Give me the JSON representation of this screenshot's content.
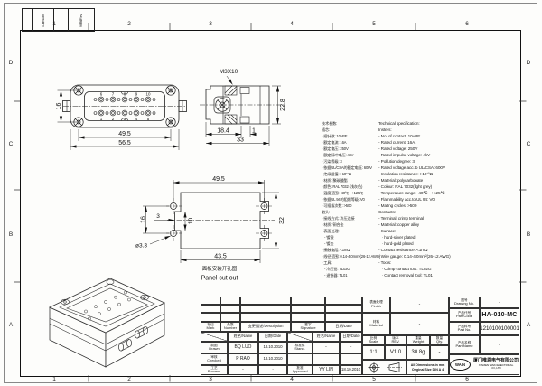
{
  "sheet": {
    "zones_h": [
      "1",
      "2",
      "3",
      "4",
      "5",
      "6"
    ],
    "zones_v": [
      "D",
      "C",
      "B",
      "A"
    ],
    "corner_strip": {
      "col1": "日期/Date",
      "col2": "变更/Rev."
    }
  },
  "views": {
    "front": {
      "contacts_top": [
        "6",
        "7",
        "8",
        "9",
        "10"
      ],
      "contacts_bottom": [
        "1",
        "2",
        "3",
        "4",
        "5"
      ],
      "dim_height": "16",
      "dim_inner": "49.5",
      "dim_outer": "56.5"
    },
    "side": {
      "screw_label": "M3X10",
      "dim_height": "22.8",
      "dim_a": "18.4",
      "dim_b": "1",
      "dim_total": "33"
    },
    "panel": {
      "dim_top": "49.5",
      "dim_left": "16",
      "dim_notch_depth": "3",
      "dim_notch_height": "10",
      "dim_right": "32",
      "dim_bottom": "43.5",
      "dim_hole": "ø3.3",
      "caption_zh": "面板安装开孔图",
      "caption_en": "Panel cut out"
    }
  },
  "spec": {
    "zh": [
      "技术参数:",
      "插芯:",
      "- 插针数: 10+PE",
      "- 额定电流: 16A",
      "- 额定电压: 250V",
      "- 额定脉冲电压: 4kV",
      "- 污染等级: 3",
      "- 依据UL/CSA的额定电压: 600V",
      "- 绝缘阻值: >10¹⁰Ω",
      "- 材质: 聚碳酸酯",
      "- 颜色: RAL 7032 (浅灰色)",
      "- 温度范围: -40℃ - +125℃",
      "- 依据UL 94的阻燃等级: V0",
      "- 可插拔次数: >500",
      "触头:",
      "- 接线方式: 冷压连接",
      "- 材质: 铜合金",
      "- 表面处理:",
      "   - 镀银",
      "   - 镀金",
      "- 接触电阻: <1mΩ",
      "- 线径范围: 0.14-4.0mm²(26-12 AWG)",
      "- 工具:",
      "   - 冷压钳: TL02G",
      "   - 退针器: TL01"
    ],
    "en": [
      "Technical specification:",
      "Insters:",
      "- No. of contact: 10+PE",
      "- Rated current: 16A",
      "- Rated voltage: 250V",
      "- Rated impulse voltage: 4kV",
      "- Pollution degree: 3",
      "- Rated voltage acc.to UL/CSA: 600V",
      "- Insulation resistance: >10¹⁰Ω",
      "- Material: polycarbonate",
      "- Colour: RAL 7032(light grey)",
      "- Temperature range: -40℃ - +125℃",
      "- Flammability acc.to UL 94: V0",
      "- Mating cycles: >500",
      "Contacts:",
      "- Terminal: crimp terminal",
      "- Material: copper alloy",
      "- Surface:",
      "   · hard-silver plated",
      "   · hard-gold plated",
      "- Contact resistance: <1mΩ",
      "- Wire gauge: 0.14-4.0mm²(26-12 AWG)",
      "- Tools:",
      "   · Crimp contact tool: TL02G",
      "   · Contact removal tool: TL01"
    ]
  },
  "titleblock": {
    "rev_header": {
      "mark_zh": "标记",
      "mark_en": "Mark",
      "number_zh": "处数",
      "number_en": "Number",
      "description": "变更描述/Description",
      "signature_zh": "签字",
      "signature_en": "Signature",
      "date": "日期/Date"
    },
    "sub": {
      "name": "姓名/Name",
      "date": "日期/Date"
    },
    "sign_rows": [
      {
        "role_zh": "制图",
        "role_en": "Drawn",
        "name": "BQ LUO",
        "date": "18.10.2010",
        "role2_zh": "标准化",
        "role2_en": "Stand.",
        "name2": "-",
        "date2": "-"
      },
      {
        "role_zh": "审核",
        "role_en": "Checked",
        "name": "P RAO",
        "date": "18.10.2010",
        "role2_zh": "",
        "role2_en": "",
        "name2": "",
        "date2": ""
      },
      {
        "role_zh": "工艺",
        "role_en": "Process",
        "name": "-",
        "date": "-",
        "role2_zh": "批准",
        "role2_en": "Approved",
        "name2": "YY LIN",
        "date2": "18.10.2010"
      }
    ],
    "finish": {
      "zh": "表面处理",
      "en": "Finish",
      "value": "-"
    },
    "material": {
      "zh": "材料",
      "en": "Material",
      "value": "-"
    },
    "scale": {
      "zh": "比例",
      "en": "Scale",
      "value": "1:1"
    },
    "rev": {
      "zh": "版本",
      "en": "REV.",
      "value": "V1.0"
    },
    "weight": {
      "zh": "重量",
      "en": "Weight",
      "value": "30.8g"
    },
    "qty": {
      "zh": "数量",
      "en": "Qty.",
      "value": "-"
    },
    "note_line1": "All Dimensions in mm",
    "note_line2": "Original Size DIN A 4",
    "drawing_no": {
      "zh": "图号",
      "en": "Drawing No.",
      "value": "-"
    },
    "part_code": {
      "zh": "产品代号",
      "en": "Part Code",
      "value": "HA-010-MC"
    },
    "part_no": {
      "zh": "产品料号",
      "en": "Part No.",
      "value": "1210100100001"
    },
    "part_name": {
      "zh": "产品名称",
      "en": "Part Name",
      "value": "-"
    },
    "company": {
      "logo": "WAIN",
      "name_zh": "厦门唯恩电气有限公司",
      "name_en": "XIAMEN WAIN ELECTRICAL CO.,LTD"
    }
  }
}
